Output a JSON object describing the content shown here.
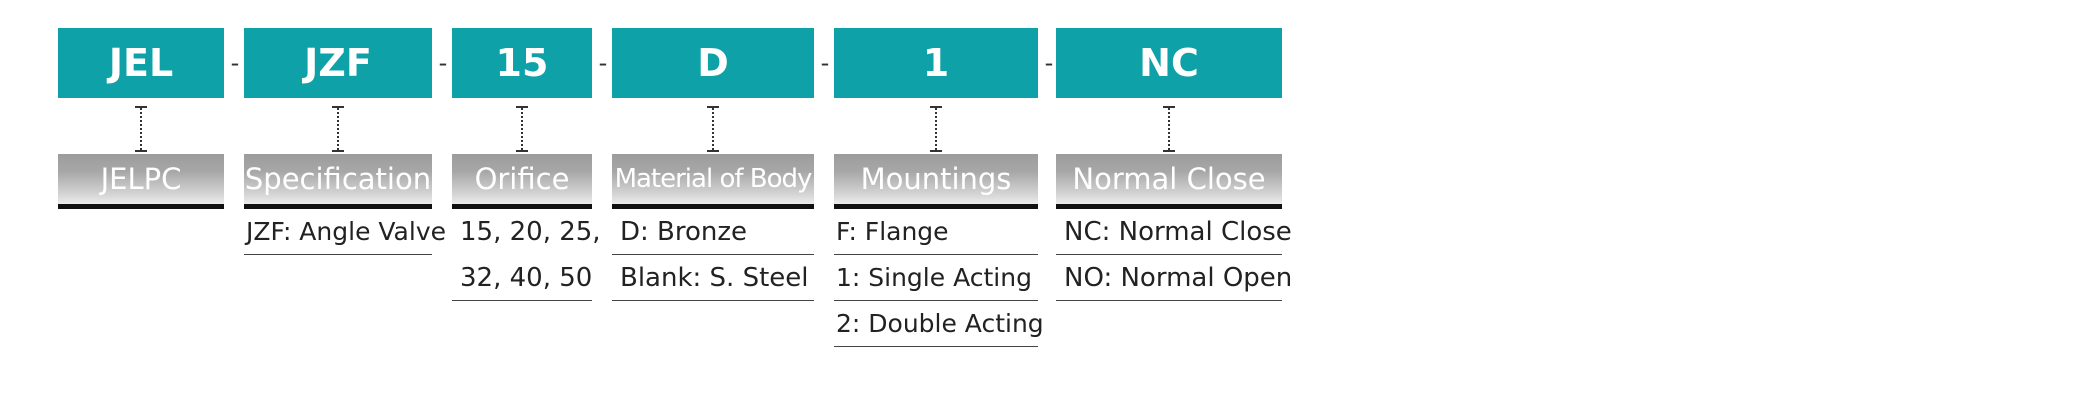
{
  "separator": "-",
  "segments": [
    {
      "code": "JEL",
      "label": "JELPC",
      "options": []
    },
    {
      "code": "JZF",
      "label": "Specification",
      "options": [
        "JZF: Angle Valve"
      ]
    },
    {
      "code": "15",
      "label": "Orifice",
      "options": [
        "15, 20, 25,",
        "32, 40, 50"
      ]
    },
    {
      "code": "D",
      "label": "Material of Body",
      "options": [
        "D: Bronze",
        "Blank: S. Steel"
      ]
    },
    {
      "code": "1",
      "label": "Mountings",
      "options": [
        "F: Flange",
        "1: Single Acting",
        "2: Double Acting"
      ]
    },
    {
      "code": "NC",
      "label": "Normal Close",
      "options": [
        "NC: Normal Close",
        "NO: Normal Open"
      ]
    }
  ],
  "colors": {
    "code_box": "#0ea1a8",
    "label_gradient_top": "#9c9c9c",
    "underline": "#111111"
  }
}
